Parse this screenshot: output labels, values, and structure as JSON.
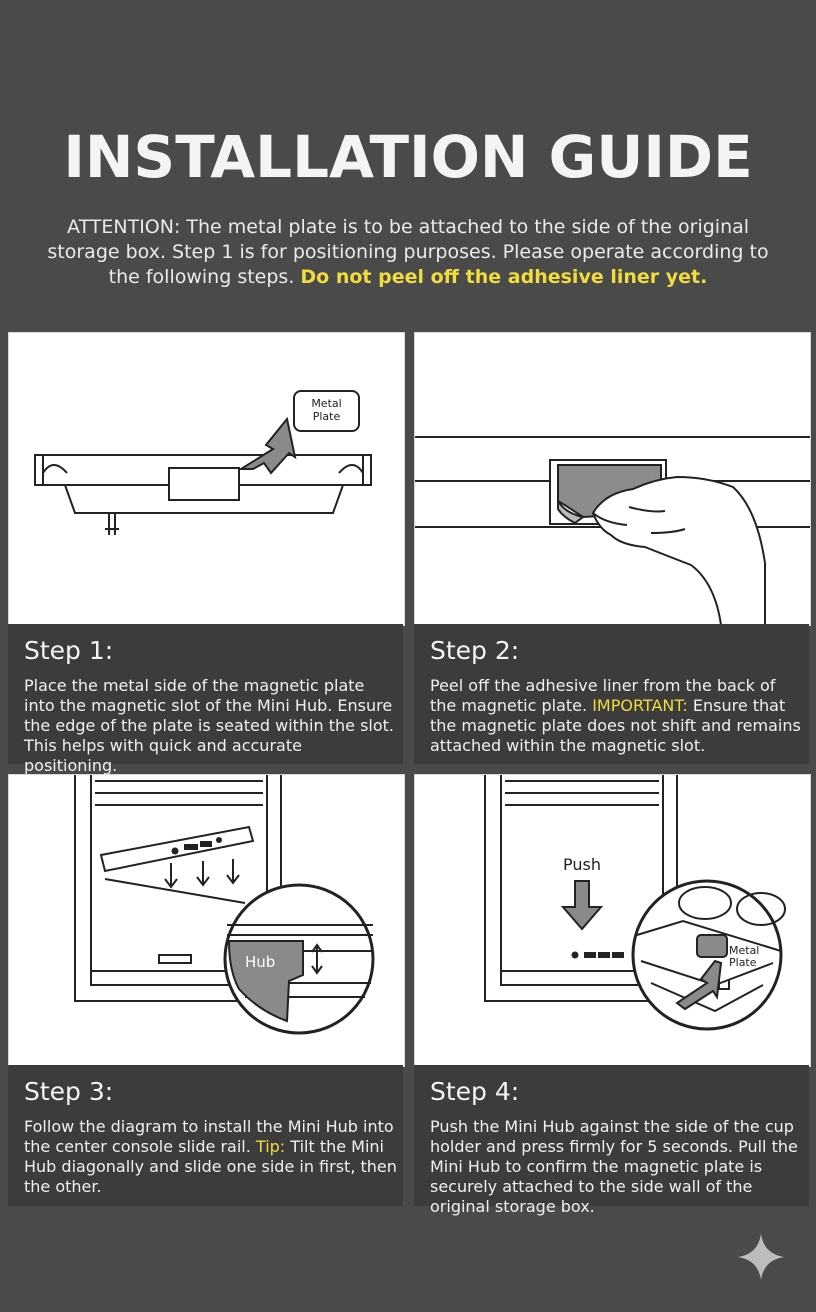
{
  "title": "INSTALLATION GUIDE",
  "attention": {
    "text": "ATTENTION: The metal plate is to be attached to the side of the original storage box. Step 1 is for positioning purposes. Please operate according to the following steps.",
    "highlight": "Do not peel off the adhesive liner yet."
  },
  "steps": [
    {
      "label": "Step 1:",
      "text": "Place the metal side of the magnetic plate into the magnetic slot of the Mini Hub. Ensure the edge of the plate is seated within the slot. This helps with quick and accurate positioning.",
      "figure_label": "Metal\nPlate"
    },
    {
      "label": "Step 2:",
      "text_before": "Peel off the adhesive liner from the back of the magnetic plate.",
      "highlight": "IMPORTANT:",
      "text_after": "Ensure that the magnetic plate does not shift and remains attached within the magnetic slot."
    },
    {
      "label": "Step 3:",
      "text_before": "Follow the diagram to install the Mini Hub into the center console slide rail.",
      "highlight": "Tip:",
      "text_after": "Tilt the Mini Hub diagonally and slide one side in first, then the other.",
      "figure_label": "Hub"
    },
    {
      "label": "Step 4:",
      "text": "Push the Mini Hub against the side of the cup holder and press firmly for 5 seconds. Pull the Mini Hub to confirm the magnetic plate is securely attached to the side wall of the original storage box.",
      "figure_push": "Push",
      "figure_label": "Metal\nPlate"
    }
  ],
  "colors": {
    "background": "#4a4a4a",
    "caption_bg": "#3c3c3c",
    "highlight": "#f0dc3c"
  }
}
